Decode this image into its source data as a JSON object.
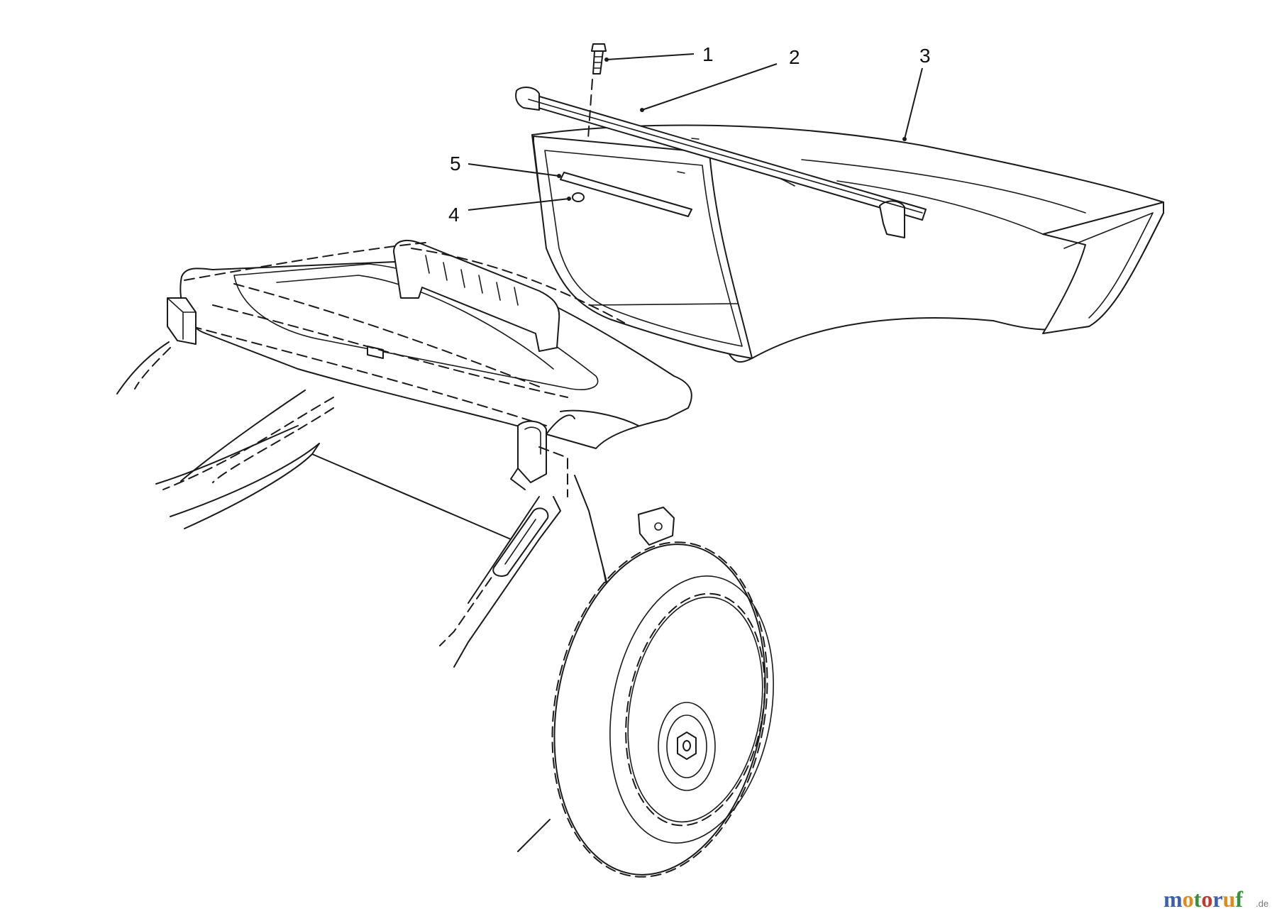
{
  "callouts": [
    {
      "number": "1",
      "part": "bolt"
    },
    {
      "number": "2",
      "part": "handle-bar"
    },
    {
      "number": "3",
      "part": "grass-bag"
    },
    {
      "number": "4",
      "part": "nut"
    },
    {
      "number": "5",
      "part": "retaining-plate"
    }
  ],
  "watermark": {
    "letters": [
      "m",
      "o",
      "t",
      "o",
      "r",
      "u",
      "f"
    ],
    "letter_colors": [
      "#3b5fa8",
      "#e08a1e",
      "#3a8f3a",
      "#c0392b",
      "#3b5fa8",
      "#e08a1e",
      "#3a8f3a"
    ],
    "suffix": ".de"
  },
  "line_color": "#1a1a1a"
}
